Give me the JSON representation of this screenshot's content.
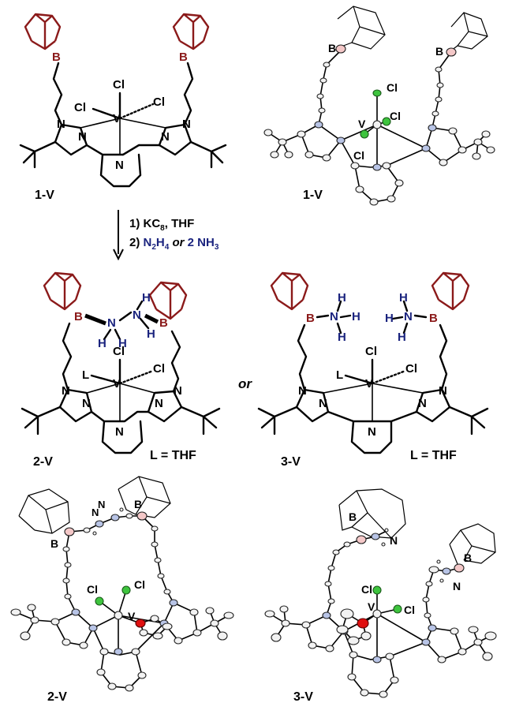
{
  "labels": {
    "s1_left": "1-V",
    "s1_right": "1-V",
    "s2_left": "2-V",
    "s3_right": "3-V",
    "s2_crystal": "2-V",
    "s3_crystal": "3-V",
    "or": "or",
    "ligand_def_left": "L = THF",
    "ligand_def_right": "L = THF"
  },
  "atoms": {
    "V": "V",
    "Cl": "Cl",
    "N": "N",
    "B": "B",
    "H": "H",
    "L": "L"
  },
  "reaction": {
    "step1_prefix": "1) KC",
    "step1_sub": "8",
    "step1_suffix": ", THF",
    "step2_prefix": "2) ",
    "step2_n2h4_a": "N",
    "step2_n2h4_sub1": "2",
    "step2_n2h4_b": "H",
    "step2_n2h4_sub2": "4",
    "step2_or": " or ",
    "step2_nh3_pre": "2 NH",
    "step2_nh3_sub": "3"
  },
  "colors": {
    "boryl": "#8b1a1a",
    "reagent_blue": "#1a237e",
    "chlorine": "#3ec43e",
    "nitrogen_ellipsoid": "#b8c4e6",
    "boron_ellipsoid": "#f4c8c8",
    "oxygen": "#e01010"
  }
}
